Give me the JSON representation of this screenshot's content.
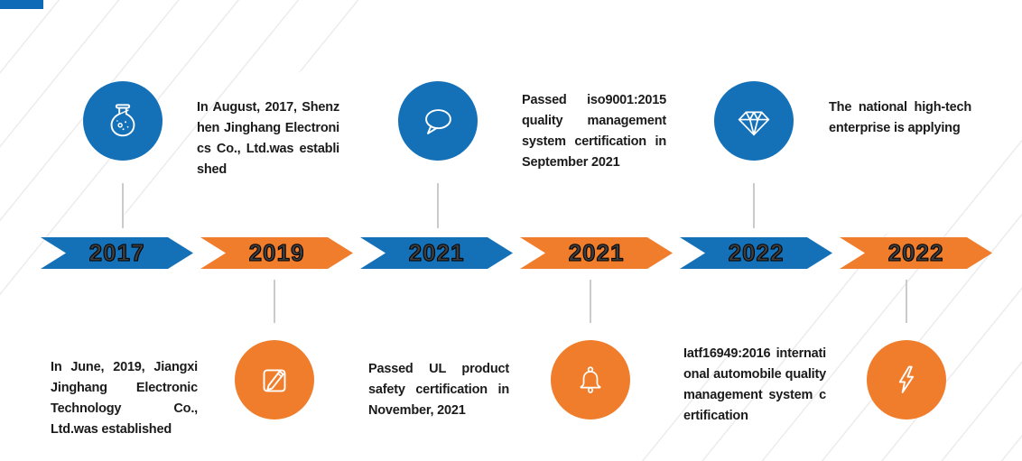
{
  "palette": {
    "blue": "#1471b8",
    "orange": "#f07d2b",
    "corner_bar_blue": "#0e6ab7",
    "connector_gray": "#cbcbcb",
    "text_color": "#1b1b1b",
    "background": "#ffffff"
  },
  "timeline": {
    "years": [
      {
        "label": "2017",
        "color": "blue"
      },
      {
        "label": "2019",
        "color": "orange"
      },
      {
        "label": "2021",
        "color": "blue"
      },
      {
        "label": "2021",
        "color": "orange"
      },
      {
        "label": "2022",
        "color": "blue"
      },
      {
        "label": "2022",
        "color": "orange"
      }
    ]
  },
  "events": {
    "top": [
      {
        "icon": "flask-icon",
        "accent": "blue",
        "text": "In August, 2017, Shenzhen Jinghang Electronics Co., Ltd.was established"
      },
      {
        "icon": "speech-bubble-icon",
        "accent": "blue",
        "text": "Passed iso9001:2015 quality management system certification in September 2021"
      },
      {
        "icon": "diamond-icon",
        "accent": "blue",
        "text": "The national high-tech enterprise is applying"
      }
    ],
    "bottom": [
      {
        "icon": "edit-pencil-icon",
        "accent": "orange",
        "text": "In June, 2019, Jiangxi Jinghang Electronic Technology Co., Ltd.was established"
      },
      {
        "icon": "bell-icon",
        "accent": "orange",
        "text": "Passed UL product safety certification in November, 2021"
      },
      {
        "icon": "lightning-icon",
        "accent": "orange",
        "text": "Iatf16949:2016 international automobile quality management system certification"
      }
    ]
  }
}
